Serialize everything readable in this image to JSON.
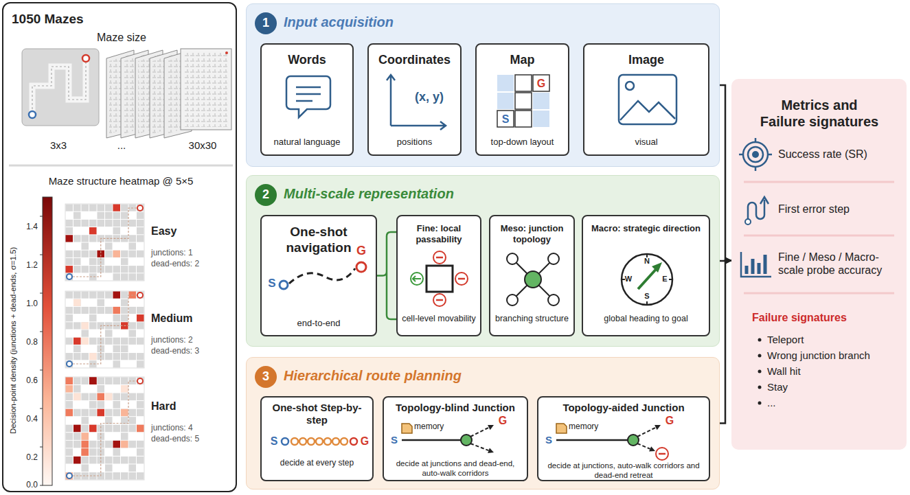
{
  "diagram": {
    "nodes": [
      {
        "text": [
          "1050 Mazes",
          "Maze size",
          "3x3",
          "...",
          "30x30",
          "Maze structure heatmap @ 5×5",
          "Decision-point density (junctions + dead-ends, σ=1.5)",
          "1.4",
          "1.2",
          "1.0",
          "0.8",
          "0.6",
          "0.4",
          "0.2",
          "0.0",
          "Easy",
          "junctions: 1",
          "dead-ends: 2",
          "Medium",
          "junctions: 2",
          "dead-ends: 3",
          "Hard",
          "junctions: 4",
          "dead-ends: 5"
        ]
      },
      {
        "text": [
          "Input acquisition"
        ]
      },
      {
        "text": [
          "1"
        ],
        "in": 1
      },
      {
        "text": [
          "Words",
          "natural language"
        ],
        "in": 1
      },
      {
        "text": [
          "Coordinates",
          "(x, y)",
          "positions"
        ],
        "in": 1
      },
      {
        "text": [
          "Map",
          "G",
          "S",
          "top-down layout"
        ],
        "in": 1
      },
      {
        "text": [
          "Image",
          "visual"
        ],
        "in": 1
      },
      {
        "text": [
          "Multi-scale representation"
        ]
      },
      {
        "text": [
          "2"
        ],
        "in": 7
      },
      {
        "text": [
          "One-shot navigation",
          "S",
          "G",
          "end-to-end"
        ],
        "in": 7
      },
      {
        "text": [
          "Fine: local passability",
          "cell-level movability"
        ],
        "in": 7
      },
      {
        "text": [
          "Meso: junction topology",
          "branching structure"
        ],
        "in": 7
      },
      {
        "text": [
          "Macro: strategic direction",
          "N",
          "W",
          "E",
          "S",
          "global heading to goal"
        ],
        "in": 7
      },
      {
        "text": [
          "Hierarchical route planning"
        ]
      },
      {
        "text": [
          "3"
        ],
        "in": 13
      },
      {
        "text": [
          "One-shot Step-by-step",
          "S",
          "G",
          "decide at every step"
        ],
        "in": 13
      },
      {
        "text": [
          "Topology-blind Junction",
          "S",
          "memory",
          "G",
          "decide at junctions and dead-end, auto-walk corridors"
        ],
        "in": 13
      },
      {
        "text": [
          "Topology-aided Junction",
          "S",
          "memory",
          "G",
          "decide at junctions, auto-walk corridors and dead-end retreat"
        ],
        "in": 13
      },
      {
        "text": [
          "Metrics and Failure signatures",
          "Success rate (SR)",
          "First error step",
          "Fine / Meso / Macro-scale probe accuracy",
          "Failure signatures",
          "Teleport",
          "Wrong junction branch",
          "Wall hit",
          "Stay",
          "..."
        ]
      }
    ],
    "edges": [
      {
        "from": 9,
        "to": 10,
        "arrow": "none"
      },
      {
        "from": 1,
        "to": 18,
        "arrow": "to"
      },
      {
        "from": 7,
        "to": 18,
        "arrow": "to"
      },
      {
        "from": 13,
        "to": 18,
        "arrow": "to"
      }
    ]
  }
}
